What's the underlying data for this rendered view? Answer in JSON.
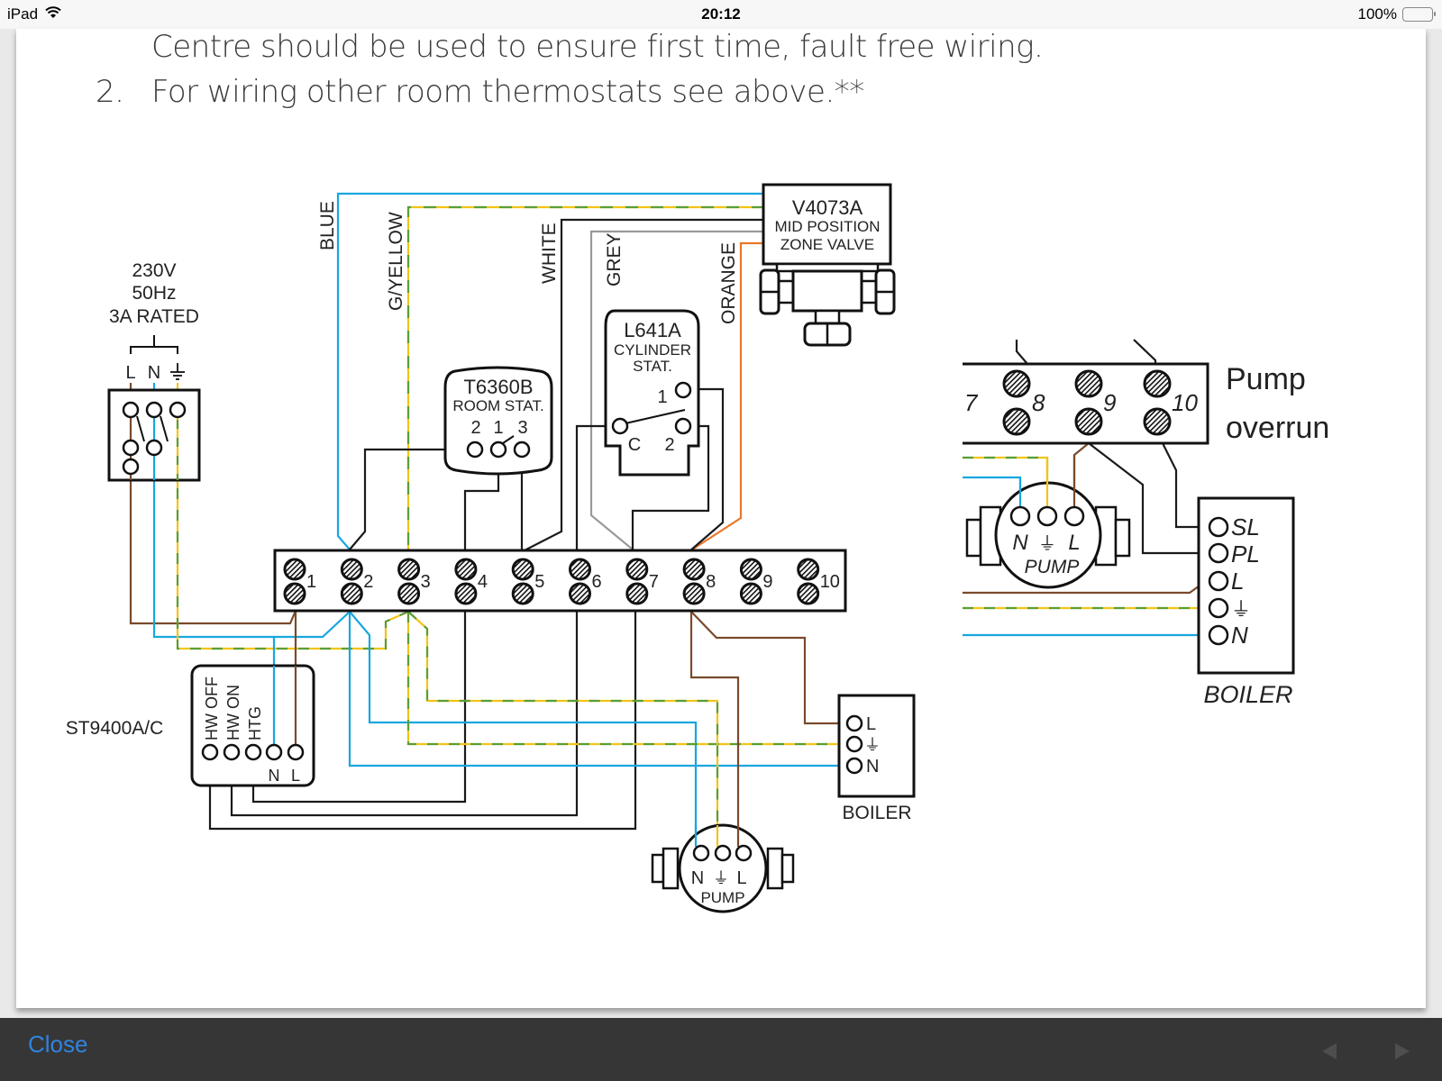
{
  "status_bar": {
    "device": "iPad",
    "time": "20:12",
    "battery_percent": "100%",
    "battery_level": 1.0,
    "icons": [
      "wifi-icon",
      "battery-icon"
    ]
  },
  "document": {
    "line1": "Centre should be used to ensure first time, fault free wiring.",
    "line2_number": "2.",
    "line2": "For wiring other room thermostats see above.**"
  },
  "diagram": {
    "supply": {
      "voltage": "230V",
      "frequency": "50Hz",
      "rating": "3A RATED",
      "terminals": [
        "L",
        "N",
        "⏚"
      ]
    },
    "wire_labels": [
      "BLUE",
      "G/YELLOW",
      "WHITE",
      "GREY",
      "ORANGE"
    ],
    "wire_colors": {
      "blue": "#17a7df",
      "brown": "#7a4a2b",
      "green": "#5a9e3a",
      "yellow": "#f2c418",
      "black": "#1a1a1a",
      "grey": "#9a9a9a",
      "orange": "#e8782a"
    },
    "zone_valve": {
      "model": "V4073A",
      "line2": "MID POSITION",
      "line3": "ZONE VALVE"
    },
    "room_stat": {
      "model": "T6360B",
      "label": "ROOM STAT.",
      "terminals": [
        "2",
        "1",
        "3"
      ]
    },
    "cylinder_stat": {
      "model": "L641A",
      "line2": "CYLINDER",
      "line3": "STAT.",
      "terminals": [
        "1",
        "C",
        "2"
      ]
    },
    "junction_box": {
      "terminals": [
        "1",
        "2",
        "3",
        "4",
        "5",
        "6",
        "7",
        "8",
        "9",
        "10"
      ]
    },
    "programmer": {
      "model": "ST9400A/C",
      "terminals": [
        "HW OFF",
        "HW ON",
        "HTG",
        "N",
        "L"
      ]
    },
    "boiler": {
      "label": "BOILER",
      "terminals": [
        "L",
        "⏚",
        "N"
      ]
    },
    "pump": {
      "label": "PUMP",
      "terminals": [
        "N",
        "⏚",
        "L"
      ]
    },
    "pump_overrun": {
      "title_line1": "Pump",
      "title_line2": "overrun",
      "terminals": [
        "7",
        "8",
        "9",
        "10"
      ],
      "pump_label": "PUMP",
      "pump_terminals": [
        "N",
        "⏚",
        "L"
      ],
      "boiler_label": "BOILER",
      "boiler_terminals": [
        "SL",
        "PL",
        "L",
        "⏚",
        "N"
      ]
    }
  },
  "bottom_bar": {
    "close_label": "Close",
    "prev_icon": "chevron-left-icon",
    "next_icon": "chevron-right-icon"
  }
}
